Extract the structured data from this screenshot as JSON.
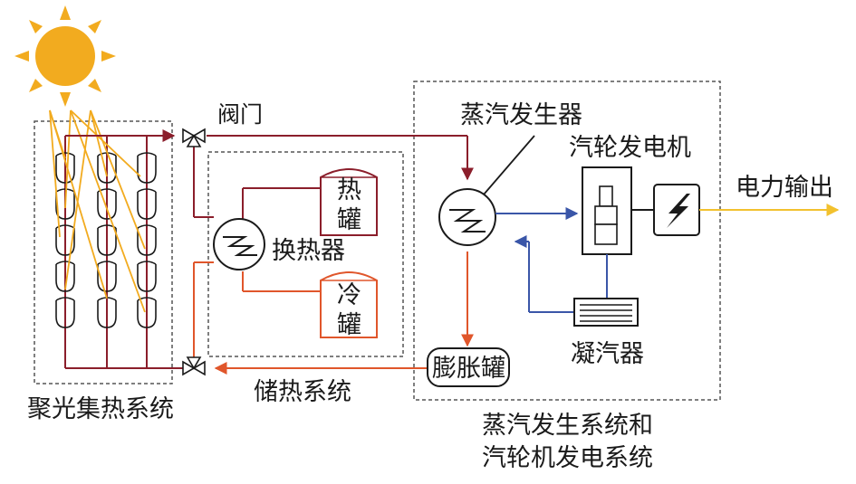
{
  "labels": {
    "valve": "阀门",
    "steam_generator": "蒸汽发生器",
    "turbine_generator": "汽轮发电机",
    "power_output": "电力输出",
    "hot_tank_1": "热",
    "hot_tank_2": "罐",
    "heat_exchanger": "换热器",
    "cold_tank_1": "冷",
    "cold_tank_2": "罐",
    "condenser": "凝汽器",
    "expansion_tank": "膨胀罐",
    "storage_system": "储热系统",
    "solar_field": "聚光集热系统",
    "steam_system_1": "蒸汽发生系统和",
    "steam_system_2": "汽轮机发电系统"
  },
  "colors": {
    "hot_line": "#8b1e2b",
    "cold_line": "#e0562b",
    "water_line": "#3a56a8",
    "sun": "#f2ab1f",
    "power_line": "#f2c12e",
    "outline": "#1a1a1a",
    "dashed_box": "#555555"
  },
  "icons": [
    "sun-icon",
    "valve-icon",
    "heat-exchanger-icon",
    "turbine-icon",
    "generator-lightning-icon",
    "condenser-icon"
  ]
}
